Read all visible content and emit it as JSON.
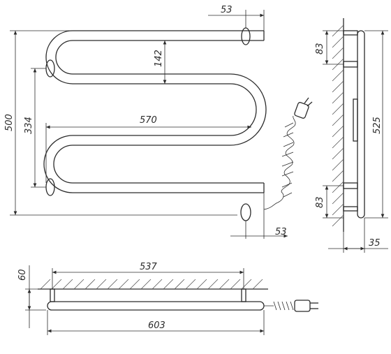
{
  "dimensions": {
    "front_top_offset": "53",
    "front_bend_spacing": "142",
    "front_total_height": "500",
    "front_mount_spacing": "334",
    "front_width": "570",
    "front_bottom_offset": "53",
    "side_mount_top": "83",
    "side_total_height": "525",
    "side_mount_bottom": "83",
    "side_depth": "35",
    "bottom_wall_offset": "60",
    "bottom_mount_span": "537",
    "bottom_total_width": "603"
  },
  "colors": {
    "line": "#2b2b2b",
    "hatch": "#555555"
  }
}
